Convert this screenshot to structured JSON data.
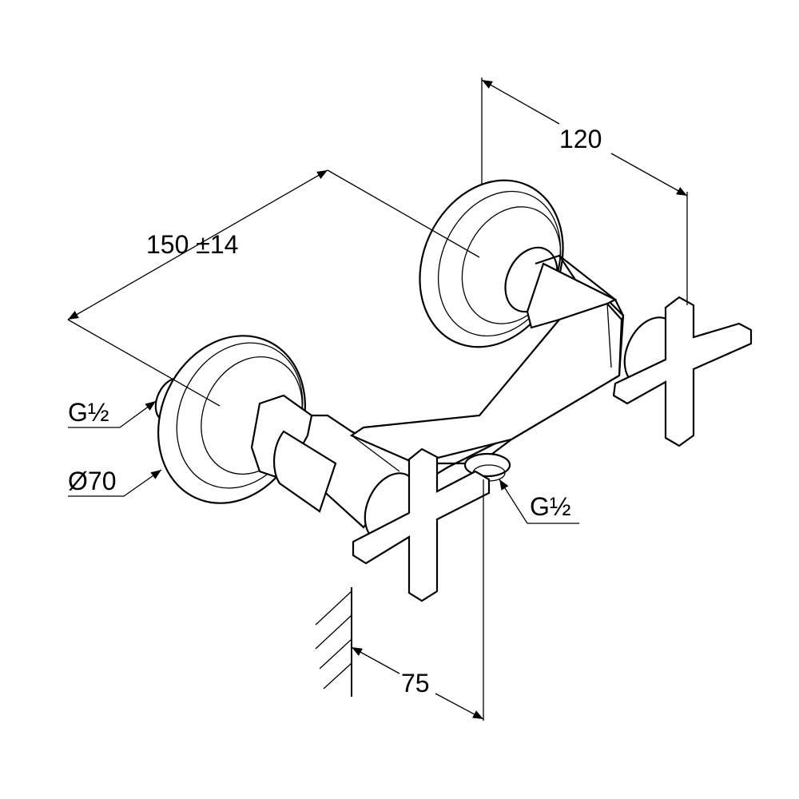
{
  "drawing": {
    "title": "Shower mixer dimension drawing",
    "dimensions": {
      "depth_label": "120",
      "centers_label": "150 ±14",
      "left_thread_label": "G½",
      "rosette_diameter_label": "Ø70",
      "outlet_thread_label": "G½",
      "wall_offset_label": "75"
    },
    "line_color": "#000000"
  }
}
